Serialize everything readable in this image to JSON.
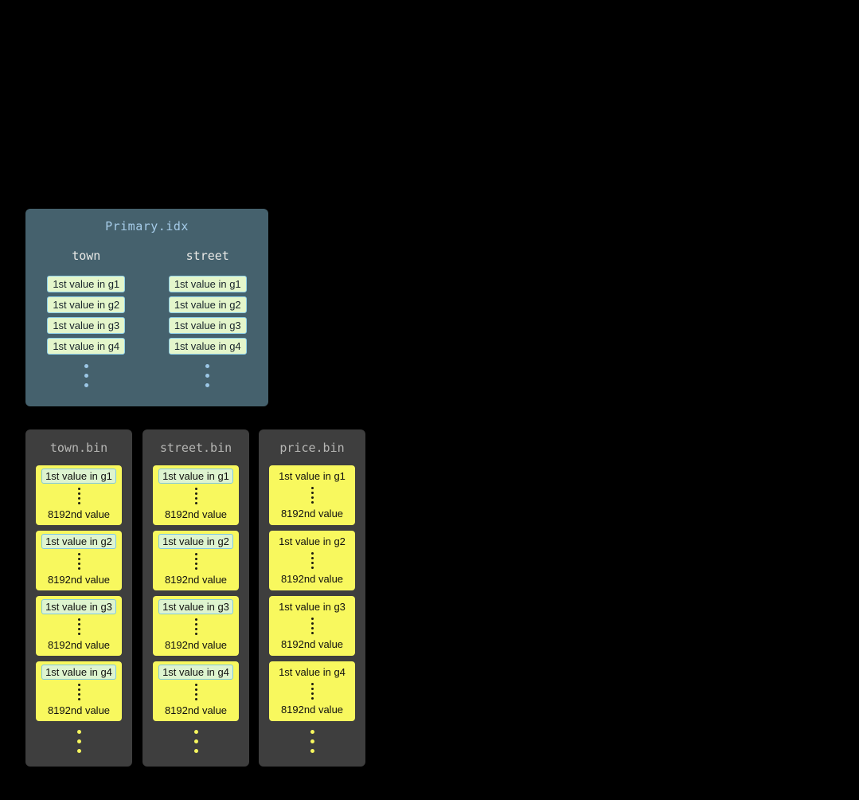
{
  "colors": {
    "background": "#000000",
    "primary_panel_bg": "#45616d",
    "primary_title_text": "#a5cbe8",
    "index_value_bg": "#e4f6cb",
    "index_value_border": "#8fd0e8",
    "blue_dots": "#9cc7e6",
    "bin_panel_bg": "#3e3e3e",
    "bin_title_text": "#b6b6b4",
    "granule_bg": "#f8f85e",
    "yellow_dots": "#f6f65e"
  },
  "primary_index": {
    "title": "Primary.idx",
    "columns": [
      {
        "name": "town",
        "values": [
          "1st value in g1",
          "1st value in g2",
          "1st value in g3",
          "1st value in g4"
        ]
      },
      {
        "name": "street",
        "values": [
          "1st value in g1",
          "1st value in g2",
          "1st value in g3",
          "1st value in g4"
        ]
      }
    ]
  },
  "bin_files": [
    {
      "title": "town.bin",
      "granules": [
        {
          "first": "1st value in g1",
          "last": "8192nd value"
        },
        {
          "first": "1st value in g2",
          "last": "8192nd value"
        },
        {
          "first": "1st value in g3",
          "last": "8192nd value"
        },
        {
          "first": "1st value in g4",
          "last": "8192nd value"
        }
      ]
    },
    {
      "title": "street.bin",
      "granules": [
        {
          "first": "1st value in g1",
          "last": "8192nd value"
        },
        {
          "first": "1st value in g2",
          "last": "8192nd value"
        },
        {
          "first": "1st value in g3",
          "last": "8192nd value"
        },
        {
          "first": "1st value in g4",
          "last": "8192nd value"
        }
      ]
    },
    {
      "title": "price.bin",
      "granules": [
        {
          "first": "1st value in g1",
          "last": "8192nd value"
        },
        {
          "first": "1st value in g2",
          "last": "8192nd value"
        },
        {
          "first": "1st value in g3",
          "last": "8192nd value"
        },
        {
          "first": "1st value in g4",
          "last": "8192nd value"
        }
      ]
    }
  ]
}
